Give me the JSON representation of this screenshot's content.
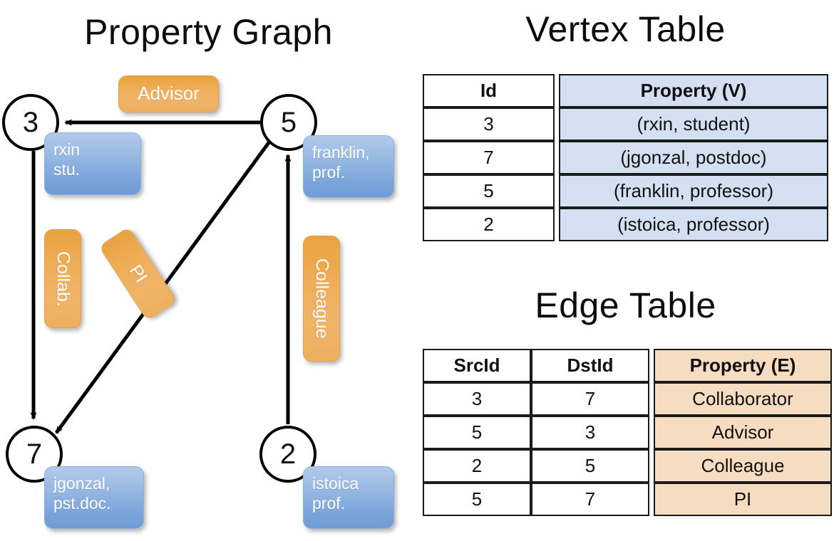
{
  "titles": {
    "property_graph": "Property Graph",
    "vertex_table": "Vertex Table",
    "edge_table": "Edge Table"
  },
  "graph": {
    "nodes": [
      {
        "id": "3",
        "label": "3",
        "property_lines": [
          "rxin",
          "stu."
        ]
      },
      {
        "id": "5",
        "label": "5",
        "property_lines": [
          "franklin,",
          "prof."
        ]
      },
      {
        "id": "7",
        "label": "7",
        "property_lines": [
          "jgonzal,",
          "pst.doc."
        ]
      },
      {
        "id": "2",
        "label": "2",
        "property_lines": [
          "istoica",
          "prof."
        ]
      }
    ],
    "edge_labels": {
      "advisor": "Advisor",
      "collab": "Collab.",
      "pi": "PI",
      "colleague": "Colleague"
    },
    "colors": {
      "vertex_box": "#7ba5da",
      "edge_box": "#eead58",
      "stroke": "#000000"
    }
  },
  "vertex_table": {
    "headers": [
      "Id",
      "Property (V)"
    ],
    "rows": [
      {
        "id": "3",
        "property": "(rxin, student)"
      },
      {
        "id": "7",
        "property": "(jgonzal, postdoc)"
      },
      {
        "id": "5",
        "property": "(franklin, professor)"
      },
      {
        "id": "2",
        "property": "(istoica, professor)"
      }
    ],
    "property_fill": "#d4e0f2"
  },
  "edge_table": {
    "headers": [
      "SrcId",
      "DstId",
      "Property (E)"
    ],
    "rows": [
      {
        "src": "3",
        "dst": "7",
        "property": "Collaborator"
      },
      {
        "src": "5",
        "dst": "3",
        "property": "Advisor"
      },
      {
        "src": "2",
        "dst": "5",
        "property": "Colleague"
      },
      {
        "src": "5",
        "dst": "7",
        "property": "PI"
      }
    ],
    "property_fill": "#f6ddc2"
  }
}
